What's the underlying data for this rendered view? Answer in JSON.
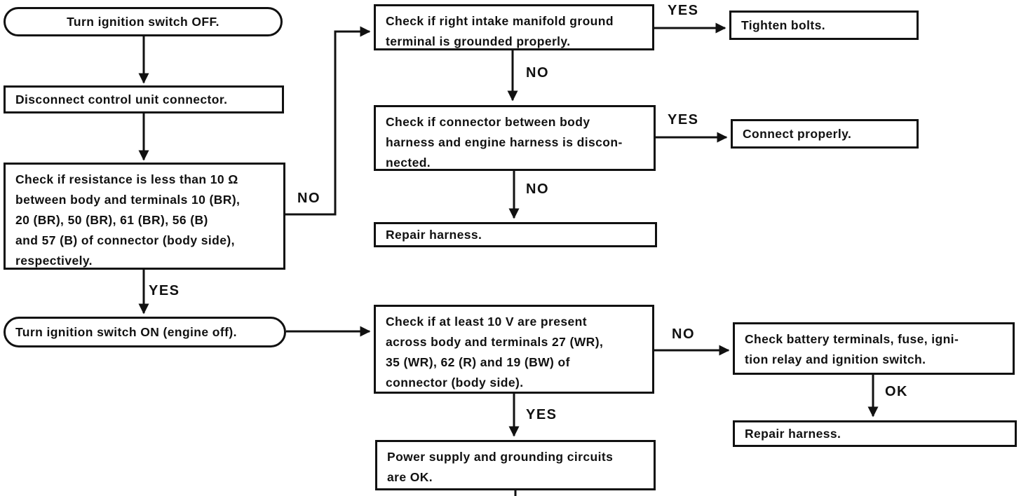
{
  "nodes": {
    "turn_ignition_off": {
      "label": "Turn ignition switch OFF."
    },
    "disconnect_connector": {
      "label": "Disconnect control unit connector."
    },
    "check_resistance": {
      "label": "Check if resistance is less than 10 Ω\nbetween body and terminals 10 (BR),\n20 (BR), 50 (BR), 61 (BR), 56 (B)\nand 57 (B) of connector (body side),\nrespectively."
    },
    "turn_ignition_on": {
      "label": "Turn ignition switch ON (engine off)."
    },
    "check_intake_ground": {
      "label": "Check if right intake manifold ground\nterminal is grounded properly."
    },
    "tighten_bolts": {
      "label": "Tighten bolts."
    },
    "check_harness_connector": {
      "label": "Check if connector between body\nharness and engine harness is discon-\nnected."
    },
    "connect_properly": {
      "label": "Connect properly."
    },
    "repair_harness_mid": {
      "label": "Repair harness."
    },
    "check_voltage": {
      "label": "Check if at least 10 V are present\nacross body and terminals 27 (WR),\n35 (WR), 62 (R) and 19 (BW) of\nconnector (body side)."
    },
    "check_battery": {
      "label": "Check battery terminals, fuse, igni-\ntion relay and ignition switch."
    },
    "repair_harness_right": {
      "label": "Repair harness."
    },
    "power_supply_ok": {
      "label": "Power supply and grounding circuits\nare OK."
    }
  },
  "edge_labels": {
    "no_resistance": "NO",
    "yes_resistance": "YES",
    "yes_intake": "YES",
    "no_intake": "NO",
    "yes_harness": "YES",
    "no_harness": "NO",
    "no_voltage": "NO",
    "yes_voltage": "YES",
    "ok_battery": "OK"
  },
  "colors": {
    "line": "#111111",
    "background": "#ffffff",
    "text": "#111111"
  }
}
